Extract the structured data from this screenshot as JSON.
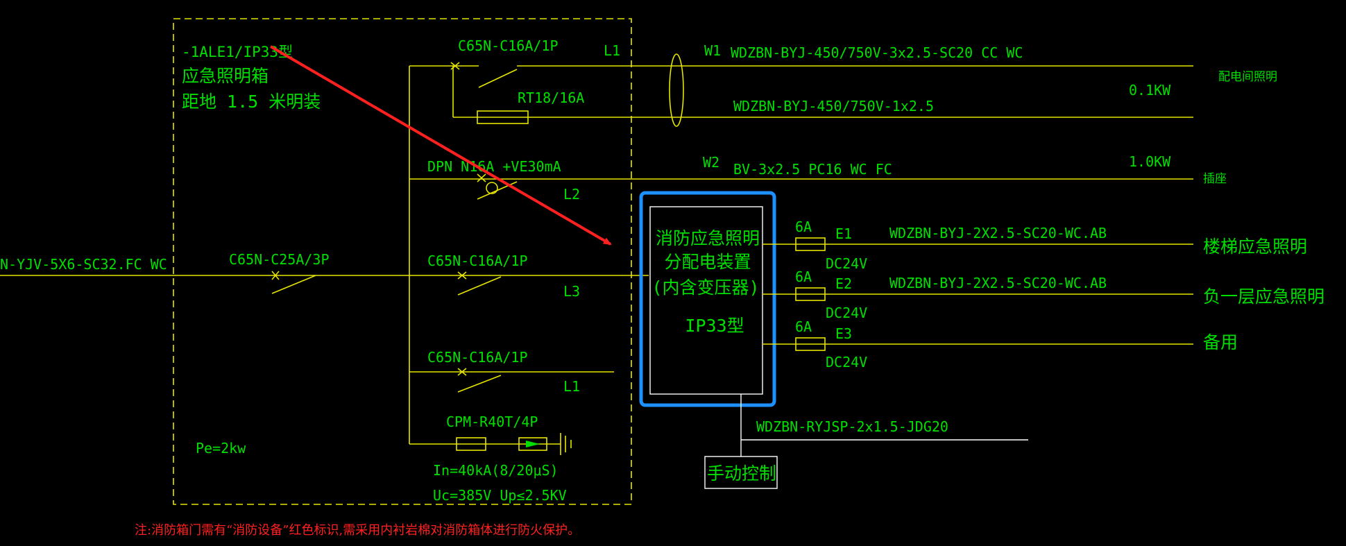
{
  "panel": {
    "name_line1": "-1ALE1/IP33型",
    "name_line2": "应急照明箱",
    "name_line3": "距地 1.5  米明装",
    "pe": "Pe=2kw"
  },
  "incoming": {
    "cable": "N-YJV-5X6-SC32.FC WC",
    "breaker": "C65N-C25A/3P"
  },
  "branches": {
    "b1": {
      "breaker": "C65N-C16A/1P",
      "phase": "L1",
      "fuse": "RT18/16A"
    },
    "b2": {
      "breaker": "DPN N16A +VE30mA",
      "phase": "L2"
    },
    "b3": {
      "breaker": "C65N-C16A/1P",
      "phase": "L3"
    },
    "b4": {
      "breaker": "C65N-C16A/1P",
      "phase": "L1"
    },
    "spd": {
      "model": "CPM-R40T/4P",
      "in": "In=40kA(8/20μS)",
      "uc": "Uc=385V Up≤2.5KV"
    }
  },
  "outputs": {
    "w1": {
      "id": "W1",
      "cable1": "WDZBN-BYJ-450/750V-3x2.5-SC20 CC WC",
      "cable2": "WDZBN-BYJ-450/750V-1x2.5",
      "power": "0.1KW",
      "label": "配电间照明"
    },
    "w2": {
      "id": "W2",
      "cable": "BV-3x2.5 PC16  WC FC",
      "power": "1.0KW",
      "label": "插座"
    }
  },
  "device": {
    "line1": "消防应急照明",
    "line2": "分配电装置",
    "line3": "(内含变压器)",
    "line4": "IP33型",
    "control_cable": "WDZBN-RYJSP-2x1.5-JDG20",
    "manual": "手动控制"
  },
  "emergency": [
    {
      "fuse": "6A",
      "id": "E1",
      "dc": "DC24V",
      "cable": "WDZBN-BYJ-2X2.5-SC20-WC.AB",
      "label": "楼梯应急照明"
    },
    {
      "fuse": "6A",
      "id": "E2",
      "dc": "DC24V",
      "cable": "WDZBN-BYJ-2X2.5-SC20-WC.AB",
      "label": "负一层应急照明"
    },
    {
      "fuse": "6A",
      "id": "E3",
      "dc": "DC24V",
      "label": "备用"
    }
  ],
  "note": "注:消防箱门需有“消防设备”红色标识,需采用内衬岩棉对消防箱体进行防火保护。",
  "colors": {
    "background": "#000000",
    "wire": "#e6e600",
    "text": "#00e000",
    "highlight": "#1e90ff",
    "arrow": "#ff2020"
  }
}
